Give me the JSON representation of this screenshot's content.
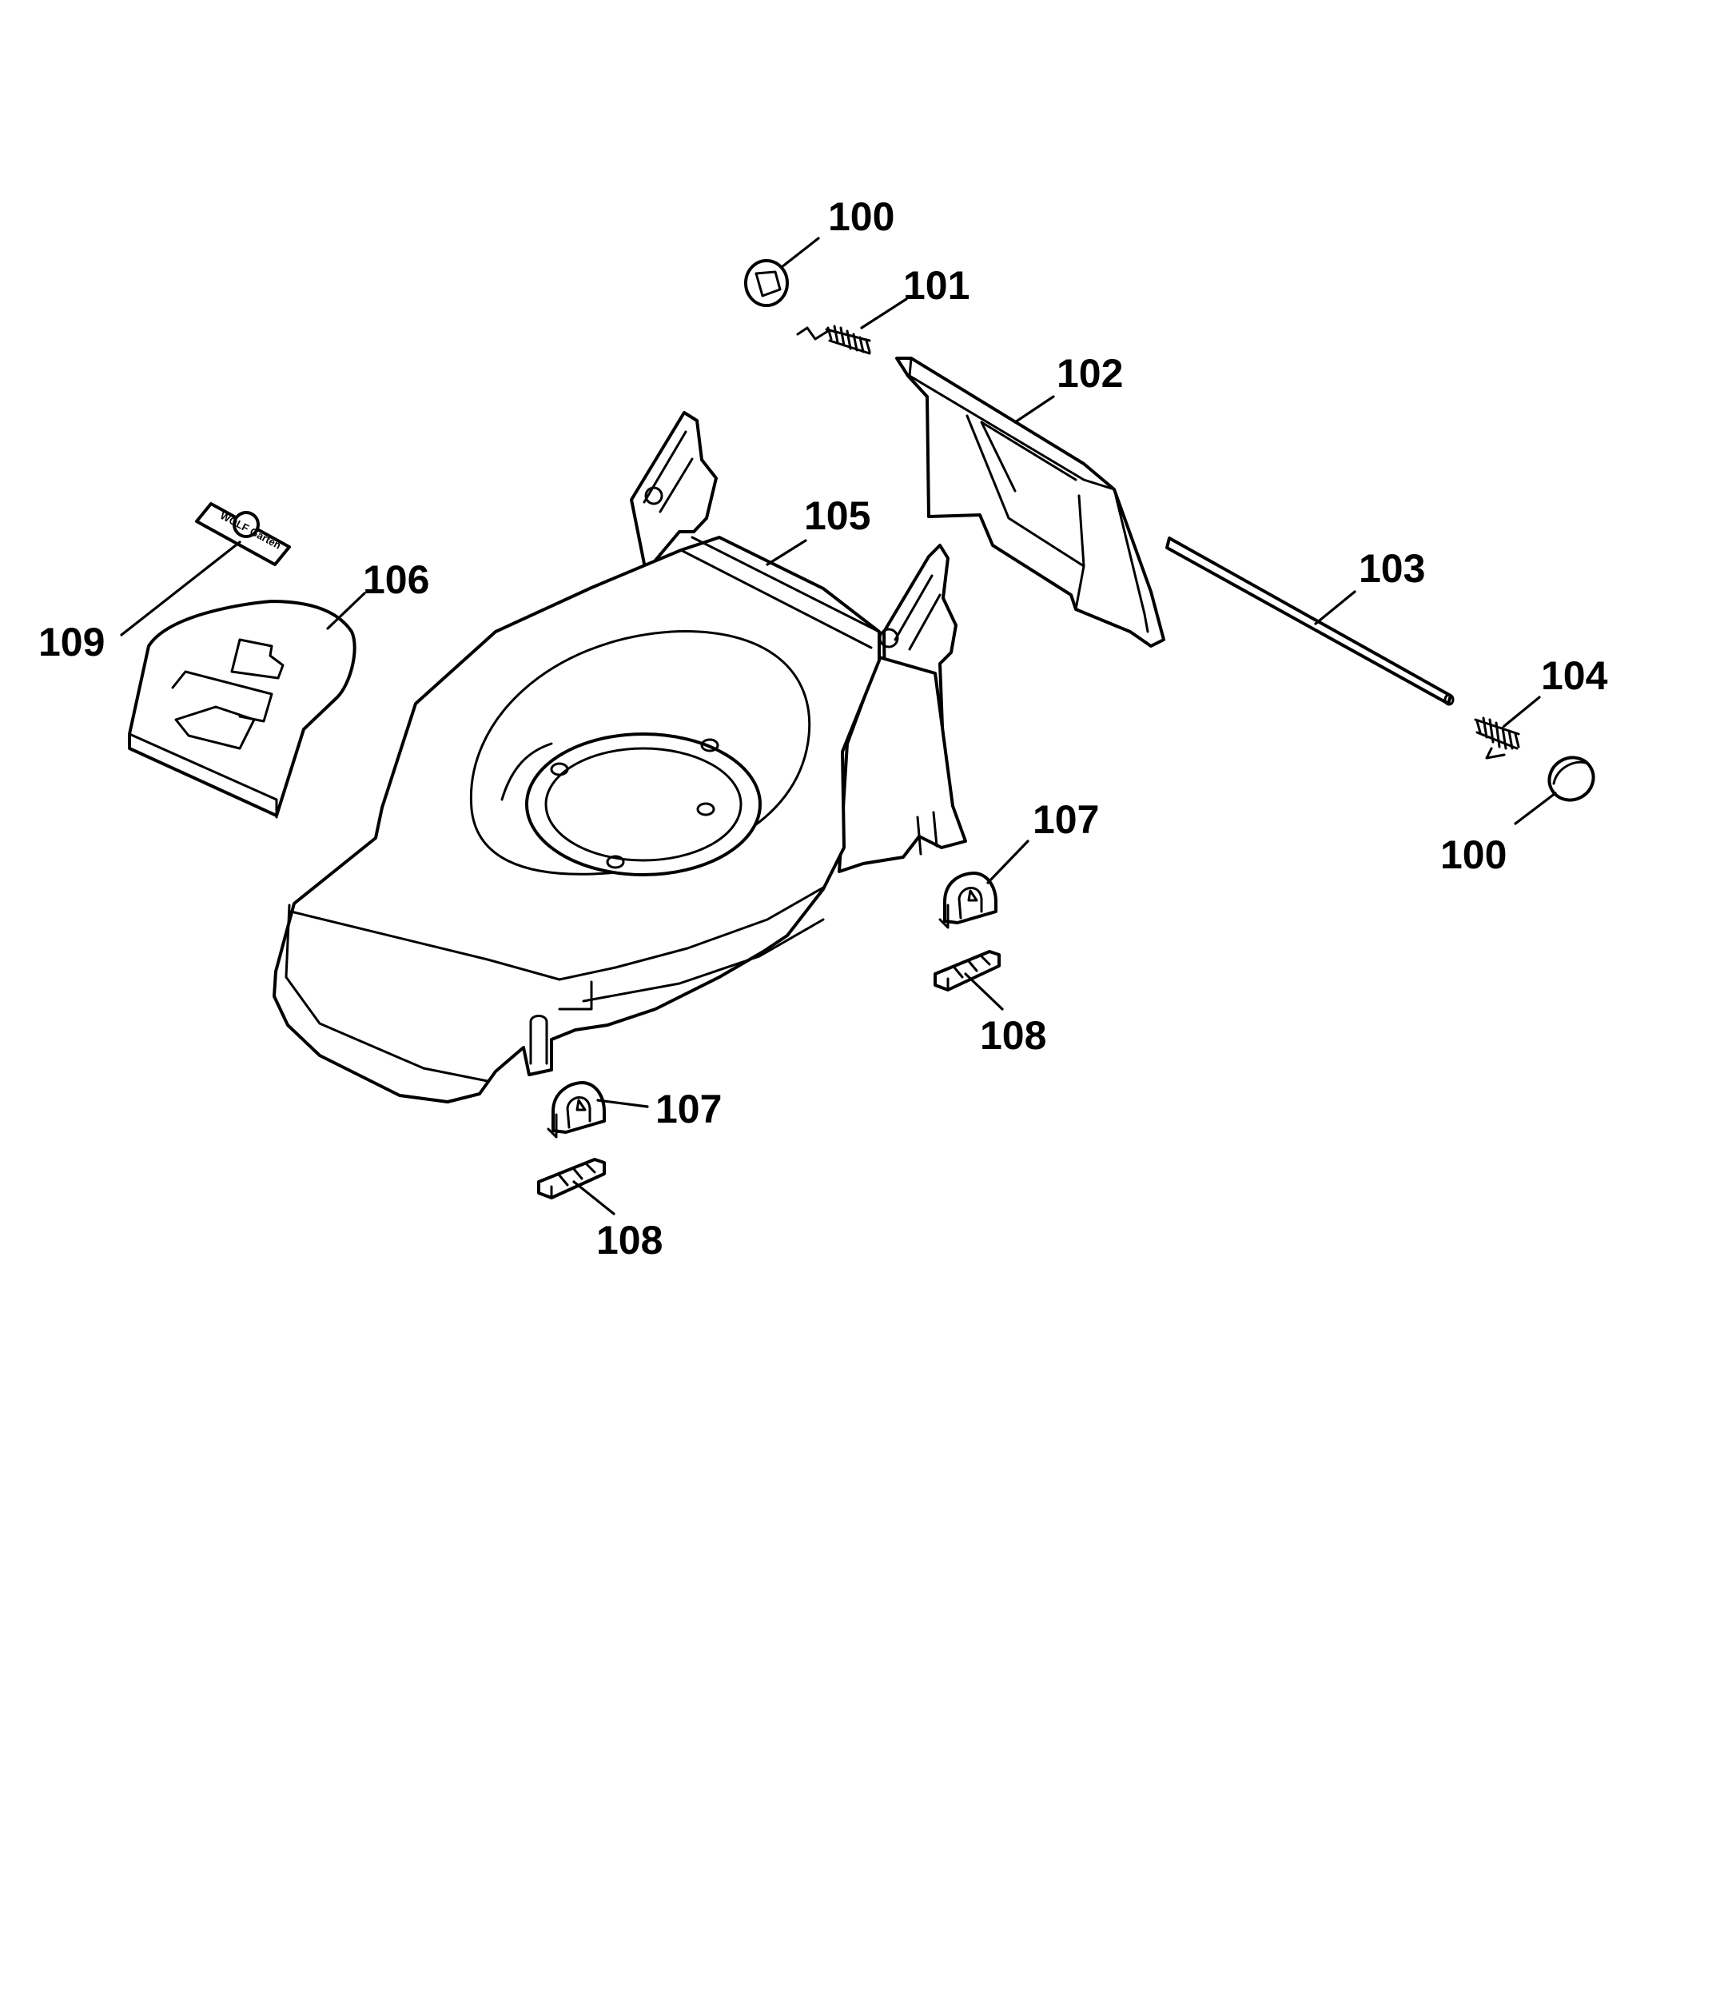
{
  "diagram": {
    "callouts": [
      {
        "id": "label-100-top",
        "text": "100"
      },
      {
        "id": "label-101",
        "text": "101"
      },
      {
        "id": "label-102",
        "text": "102"
      },
      {
        "id": "label-103",
        "text": "103"
      },
      {
        "id": "label-104",
        "text": "104"
      },
      {
        "id": "label-100-right",
        "text": "100"
      },
      {
        "id": "label-105",
        "text": "105"
      },
      {
        "id": "label-106",
        "text": "106"
      },
      {
        "id": "label-109",
        "text": "109"
      },
      {
        "id": "label-107-right",
        "text": "107"
      },
      {
        "id": "label-108-right",
        "text": "108"
      },
      {
        "id": "label-107-bottom",
        "text": "107"
      },
      {
        "id": "label-108-bottom",
        "text": "108"
      }
    ],
    "emblem_text": "WOLF Garten"
  },
  "colors": {
    "line": "#000000",
    "background": "#ffffff"
  }
}
